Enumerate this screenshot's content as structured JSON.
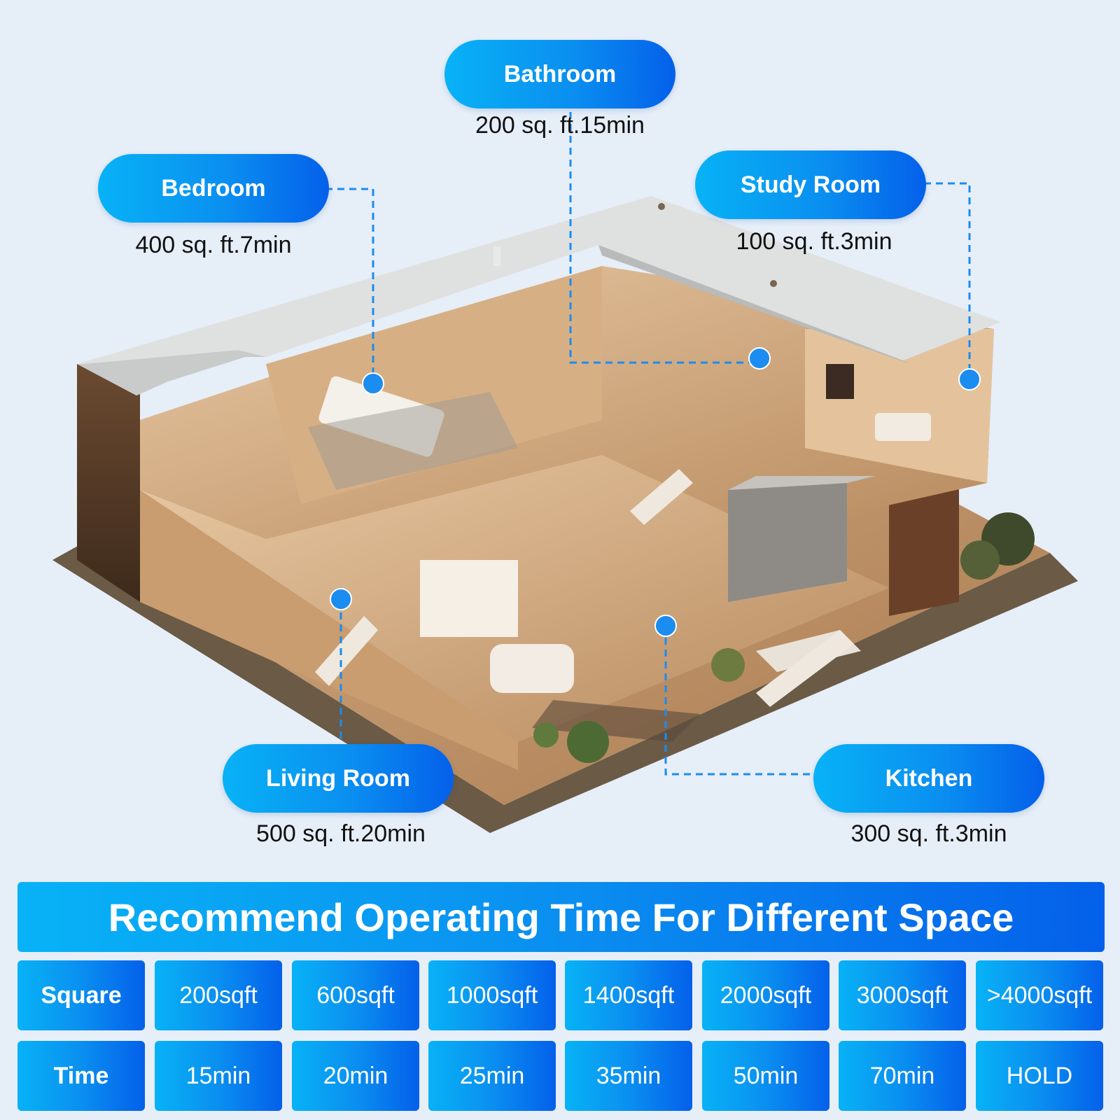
{
  "rooms": {
    "bathroom": {
      "label": "Bathroom",
      "detail": "200 sq. ft.15min"
    },
    "bedroom": {
      "label": "Bedroom",
      "detail": "400 sq. ft.7min"
    },
    "study": {
      "label": "Study Room",
      "detail": "100 sq. ft.3min"
    },
    "living": {
      "label": "Living Room",
      "detail": "500 sq. ft.20min"
    },
    "kitchen": {
      "label": "Kitchen",
      "detail": "300 sq. ft.3min"
    }
  },
  "table": {
    "title": "Recommend Operating Time For Different Space",
    "square_label": "Square",
    "time_label": "Time",
    "squares": [
      "200sqft",
      "600sqft",
      "1000sqft",
      "1400sqft",
      "2000sqft",
      "3000sqft",
      ">4000sqft"
    ],
    "times": [
      "15min",
      "20min",
      "25min",
      "35min",
      "50min",
      "70min",
      "HOLD"
    ]
  },
  "colors": {
    "gradient_start": "#08b2f6",
    "gradient_end": "#0460ea",
    "marker": "#1b8cf0",
    "background": "#e6eef8"
  }
}
